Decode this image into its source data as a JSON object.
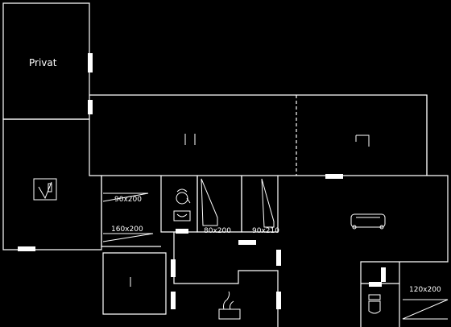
{
  "rooms": {
    "private_label": "Privat"
  },
  "bed_labels": {
    "bed_1": "90x200",
    "bed_2": "160x200",
    "bed_3": "80x200",
    "bed_4": "90x210",
    "bed_5": "120x200"
  },
  "colors": {
    "background": "#000000",
    "lines": "#ffffff"
  }
}
